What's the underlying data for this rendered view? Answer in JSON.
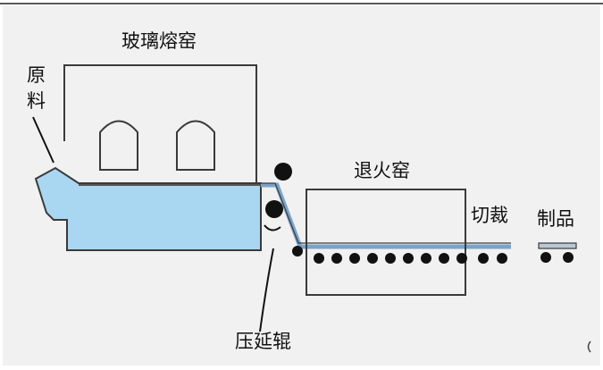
{
  "labels": {
    "glass_furnace": "玻璃熔窑",
    "raw_material_1": "原",
    "raw_material_2": "料",
    "annealing_lehr": "退火窑",
    "cutting": "切裁",
    "product": "制品",
    "press_roller": "压延辊"
  },
  "colors": {
    "glass_fill": "#a9d6f0",
    "glass_ribbon": "#7aa3c8",
    "outline": "#3a3a3a",
    "roller": "#111111",
    "background_panel": "#f1f1f1"
  }
}
